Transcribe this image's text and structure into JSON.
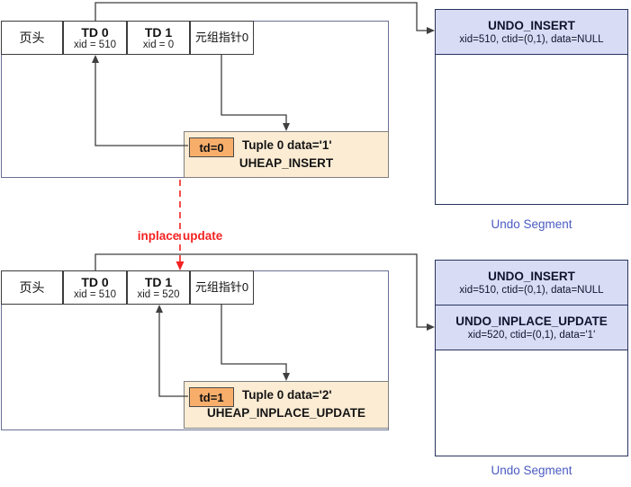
{
  "diagram": {
    "annotation_label": "inplace update",
    "top": {
      "page": {
        "cells": [
          {
            "title": "页头"
          },
          {
            "title": "TD 0",
            "subtitle": "xid = 510"
          },
          {
            "title": "TD 1",
            "subtitle": "xid = 0"
          },
          {
            "title": "元组指针0"
          }
        ],
        "tuple": {
          "chip": "td=0",
          "line1": "Tuple 0 data='1'",
          "line2": "UHEAP_INSERT"
        }
      },
      "undo": {
        "records": [
          {
            "title": "UNDO_INSERT",
            "detail": "xid=510, ctid=(0,1), data=NULL"
          }
        ],
        "label": "Undo Segment"
      }
    },
    "bottom": {
      "page": {
        "cells": [
          {
            "title": "页头"
          },
          {
            "title": "TD 0",
            "subtitle": "xid = 510"
          },
          {
            "title": "TD 1",
            "subtitle": "xid = 520"
          },
          {
            "title": "元组指针0"
          }
        ],
        "tuple": {
          "chip": "td=1",
          "line1": "Tuple 0 data='2'",
          "line2": "UHEAP_INPLACE_UPDATE"
        }
      },
      "undo": {
        "records": [
          {
            "title": "UNDO_INSERT",
            "detail": "xid=510, ctid=(0,1), data=NULL"
          },
          {
            "title": "UNDO_INPLACE_UPDATE",
            "detail": "xid=520, ctid=(0,1), data='1'"
          }
        ],
        "label": "Undo Segment"
      }
    }
  },
  "colors": {
    "line": "#3f3f3f",
    "page_border": "#6a7094",
    "cell_border": "#3c3c3c",
    "tuple_fill": "#fcecd4",
    "tuple_border": "#7f7f7f",
    "td_chip_fill": "#f8ae6b",
    "td_chip_border": "#4a4a4a",
    "undo_band": "#d8dcf5",
    "undo_border": "#28335f",
    "label_blue": "#4a5bc2",
    "arrow_red": "#f42222"
  }
}
